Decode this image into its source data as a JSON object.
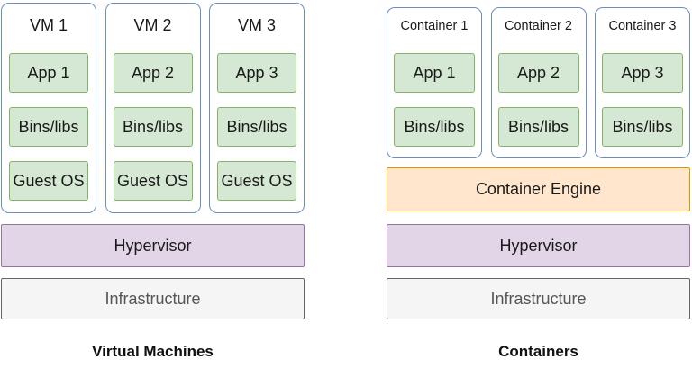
{
  "colors": {
    "column_border": "#6c8ebf",
    "box_fill": "#d5e8d4",
    "box_border": "#82b366",
    "hypervisor_fill": "#e1d5e7",
    "hypervisor_border": "#9673a6",
    "engine_fill": "#ffe6cc",
    "engine_border": "#d79b00",
    "infrastructure_fill": "#f5f5f5",
    "infrastructure_border": "#666666",
    "text": "#1a1a1a",
    "infrastructure_text": "#555555"
  },
  "vm_section": {
    "caption": "Virtual Machines",
    "columns": [
      {
        "title": "VM 1",
        "boxes": [
          "App 1",
          "Bins/libs",
          "Guest OS"
        ]
      },
      {
        "title": "VM 2",
        "boxes": [
          "App 2",
          "Bins/libs",
          "Guest OS"
        ]
      },
      {
        "title": "VM 3",
        "boxes": [
          "App 3",
          "Bins/libs",
          "Guest OS"
        ]
      }
    ],
    "layers": [
      {
        "label": "Hypervisor"
      },
      {
        "label": "Infrastructure"
      }
    ]
  },
  "container_section": {
    "caption": "Containers",
    "columns": [
      {
        "title": "Container 1",
        "boxes": [
          "App 1",
          "Bins/libs"
        ]
      },
      {
        "title": "Container 2",
        "boxes": [
          "App 2",
          "Bins/libs"
        ]
      },
      {
        "title": "Container 3",
        "boxes": [
          "App 3",
          "Bins/libs"
        ]
      }
    ],
    "layers": [
      {
        "label": "Container Engine"
      },
      {
        "label": "Hypervisor"
      },
      {
        "label": "Infrastructure"
      }
    ]
  }
}
